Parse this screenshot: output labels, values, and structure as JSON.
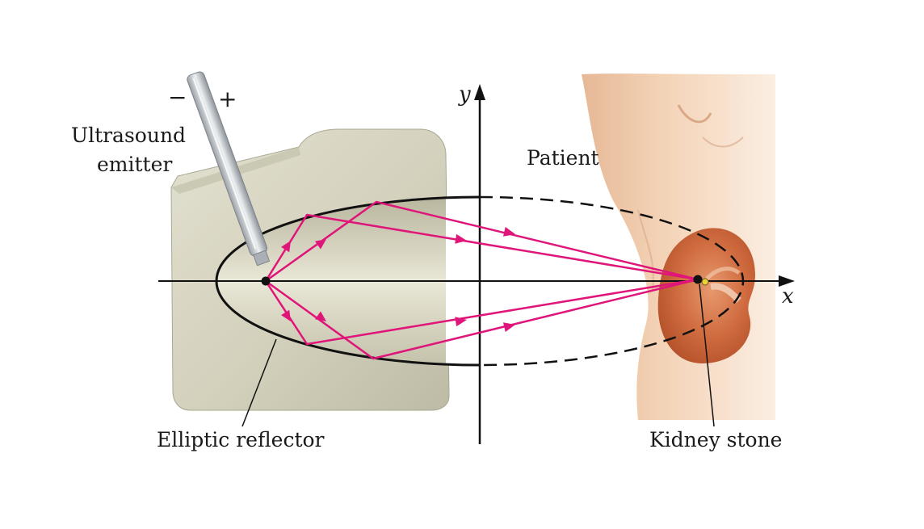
{
  "labels": {
    "emitter_line1": "Ultrasound",
    "emitter_line2": "emitter",
    "patient": "Patient",
    "reflector": "Elliptic reflector",
    "kidney_stone": "Kidney stone",
    "minus": "−",
    "plus": "+",
    "y_axis": "y",
    "x_axis": "x"
  },
  "colors": {
    "wave_rays": "#e0157a",
    "reflector_body": "#d9d7c5",
    "skin": "#f0c9a8",
    "kidney": "#cf6a3e",
    "axis": "#111111"
  }
}
